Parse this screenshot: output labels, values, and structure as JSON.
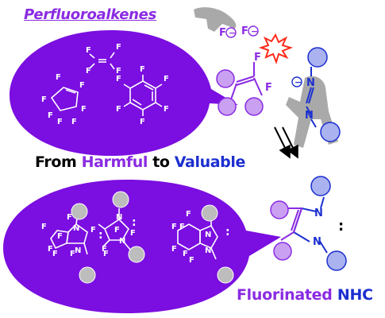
{
  "title": "Perfluoroalkenes",
  "tagline": {
    "from": "From",
    "harmful": "Harmful",
    "to": "to",
    "valuable": "Valuable"
  },
  "product": {
    "word1": "Fluorinated",
    "word2": "NHC"
  },
  "labels": {
    "F": "F",
    "N": "N",
    "minus": "−",
    "carbene": ":"
  },
  "colors": {
    "bubble": "#7b0ee0",
    "purple": "#8a2be2",
    "lavender": "#c9a0f2",
    "blue": "#1c2fd0",
    "periwinkle": "#aab2f0",
    "gray_ball": "#bdbdbd"
  }
}
